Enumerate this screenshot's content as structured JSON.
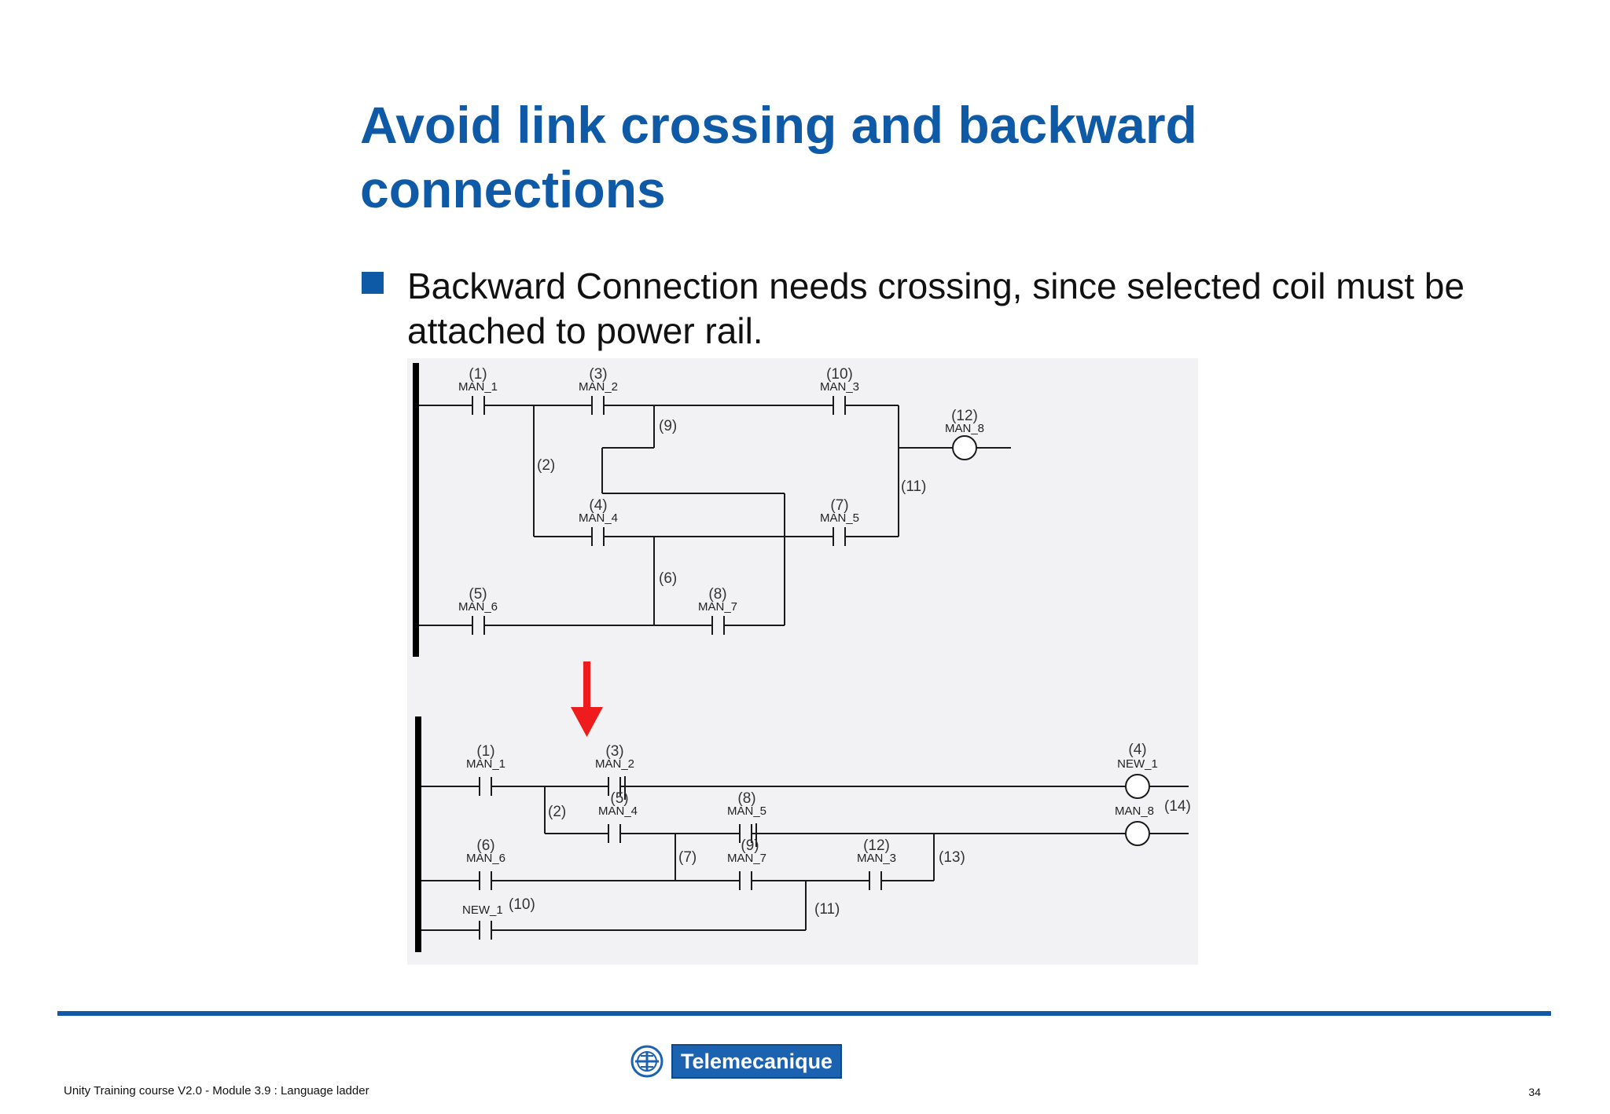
{
  "slide": {
    "title_line1": "Avoid link crossing and backward",
    "title_line2": "connections",
    "bullet_line1": "Backward Connection needs crossing, since selected coil must be",
    "bullet_line2": "attached to power rail."
  },
  "diagram_top": {
    "contacts": [
      {
        "num": "(1)",
        "name": "MAN_1"
      },
      {
        "num": "(3)",
        "name": "MAN_2"
      },
      {
        "num": "(10)",
        "name": "MAN_3"
      },
      {
        "num": "(4)",
        "name": "MAN_4"
      },
      {
        "num": "(7)",
        "name": "MAN_5"
      },
      {
        "num": "(5)",
        "name": "MAN_6"
      },
      {
        "num": "(8)",
        "name": "MAN_7"
      }
    ],
    "coil": {
      "num": "(12)",
      "name": "MAN_8"
    },
    "links": [
      "(2)",
      "(9)",
      "(6)",
      "(11)"
    ]
  },
  "diagram_bottom": {
    "contacts": [
      {
        "num": "(1)",
        "name": "MAN_1"
      },
      {
        "num": "(3)",
        "name": "MAN_2"
      },
      {
        "num": "(5)",
        "name": "MAN_4"
      },
      {
        "num": "(8)",
        "name": "MAN_5"
      },
      {
        "num": "(6)",
        "name": "MAN_6"
      },
      {
        "num": "(9)",
        "name": "MAN_7"
      },
      {
        "num": "(12)",
        "name": "MAN_3"
      },
      {
        "num": "(10)",
        "name": "NEW_1"
      }
    ],
    "coils": [
      {
        "num": "(4)",
        "name": "NEW_1"
      },
      {
        "num": "(14)",
        "name": "MAN_8"
      }
    ],
    "links": [
      "(2)",
      "(7)",
      "(11)",
      "(13)"
    ]
  },
  "colors": {
    "title": "#0e5aa7",
    "arrow": "#ee1c1c",
    "rule": "#0e5aa7"
  },
  "footer": {
    "brand": "Telemecanique",
    "course": "Unity Training course V2.0 - Module 3.9 : Language ladder",
    "page": "34"
  }
}
